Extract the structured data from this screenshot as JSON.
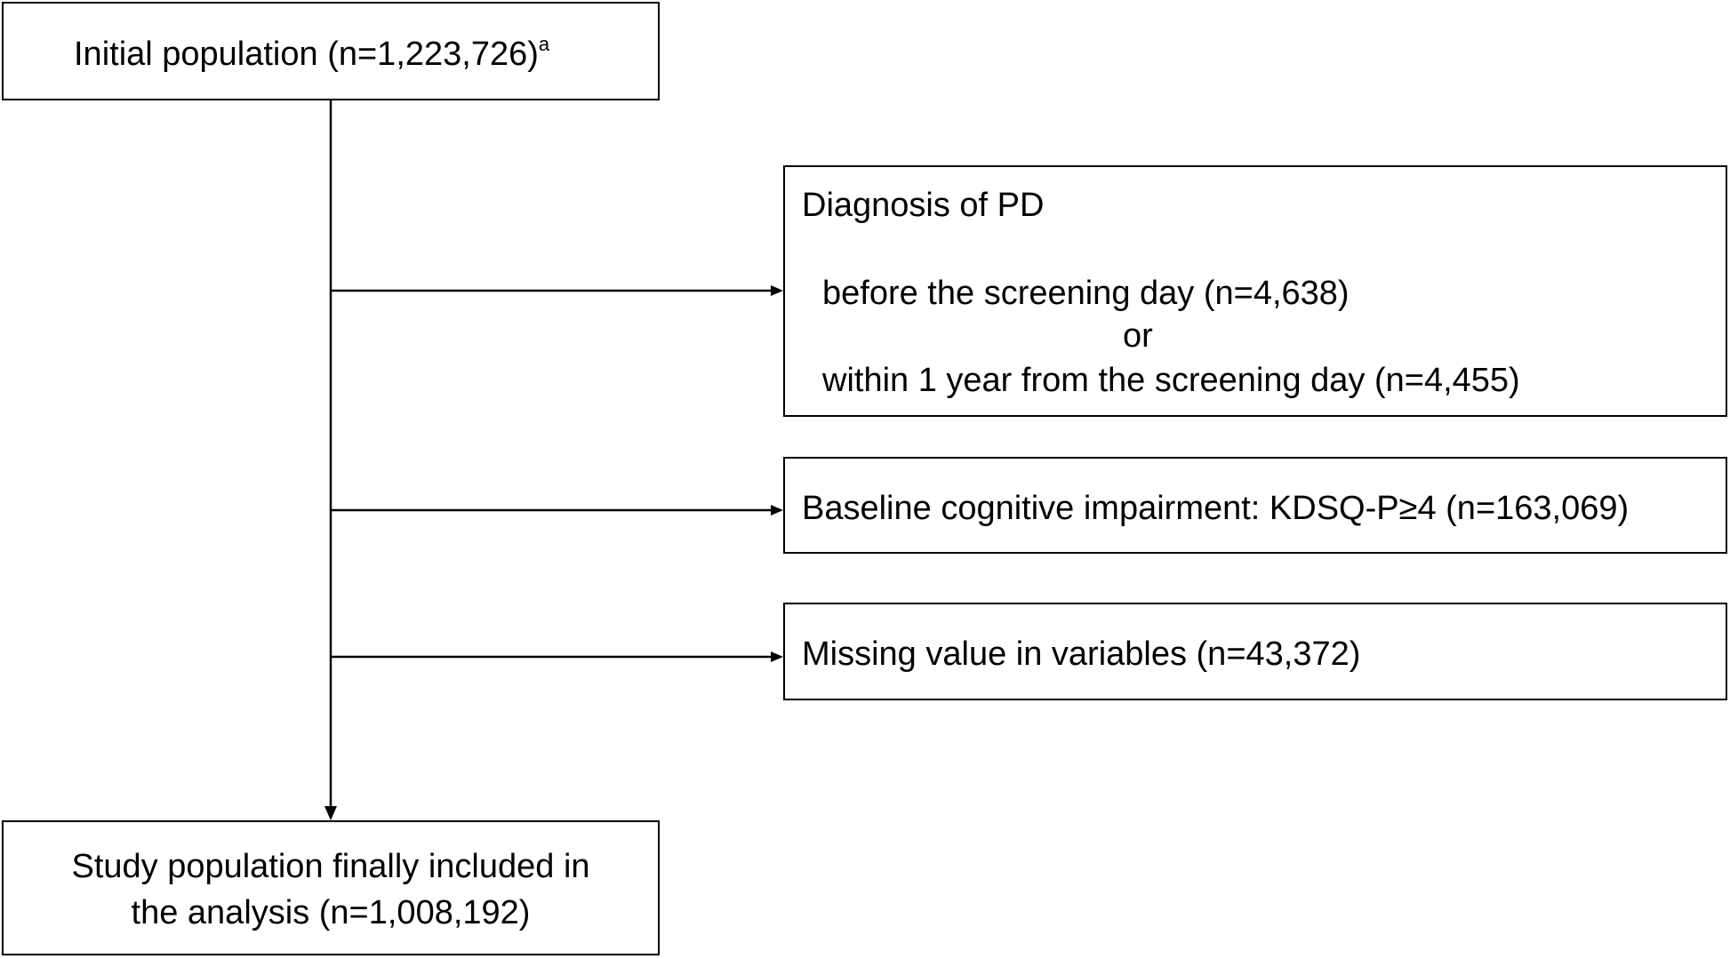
{
  "initial_box": {
    "label": "Initial population (n=1,223,726)",
    "footnote_marker": "a"
  },
  "exclusion_pd": {
    "title": "Diagnosis of PD",
    "line1": "before the screening day (n=4,638)",
    "connector": "or",
    "line2": "within 1 year from the screening day (n=4,455)"
  },
  "exclusion_cognitive": {
    "label": "Baseline cognitive impairment: KDSQ-P≥4 (n=163,069)"
  },
  "exclusion_missing": {
    "label": "Missing value in variables (n=43,372)"
  },
  "final_box": {
    "line1": "Study population finally included in",
    "line2": "the analysis (n=1,008,192)"
  },
  "colors": {
    "stroke": "#000000",
    "background": "#ffffff"
  }
}
